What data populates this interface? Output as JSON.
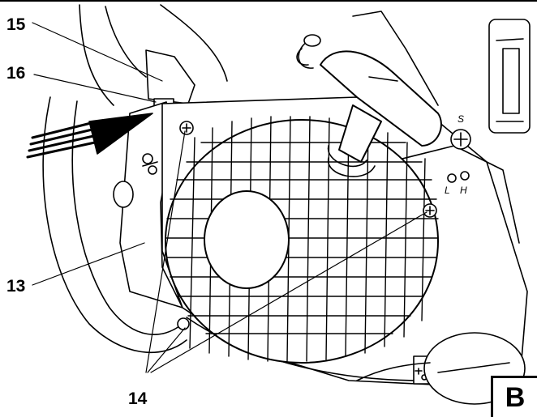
{
  "callouts": {
    "c15": "15",
    "c16": "16",
    "c13": "13",
    "c14": "14"
  },
  "labels": {
    "choke": "S",
    "low": "L",
    "high": "H"
  },
  "panel": "B",
  "colors": {
    "line": "#000000",
    "fill": "#ffffff",
    "shade": "#dcdcdc"
  },
  "icons": [
    "screw-icon",
    "fuel-icon",
    "chain-oil-icon",
    "direction-arrow-icon"
  ]
}
